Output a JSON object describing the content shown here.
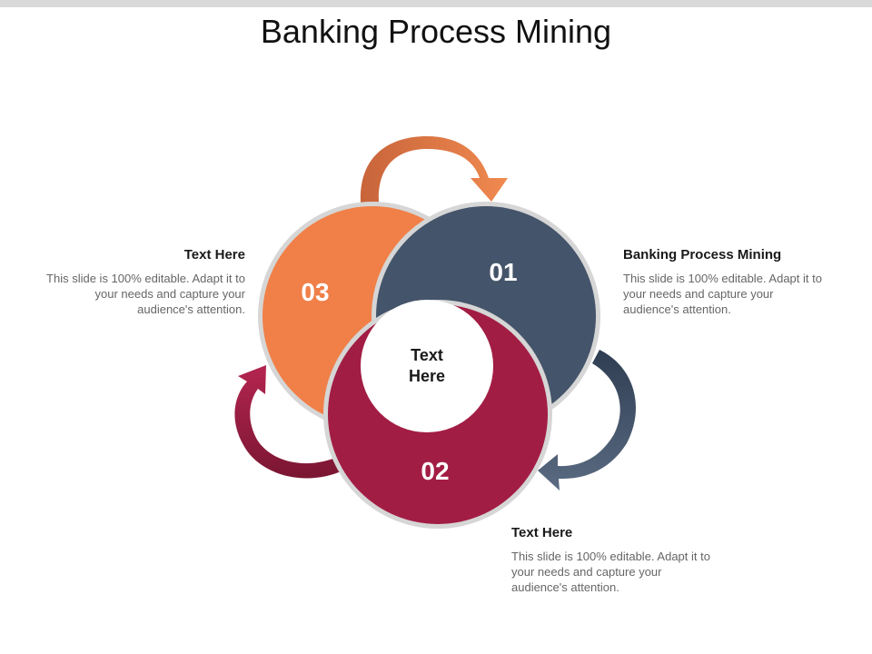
{
  "slide": {
    "title": "Banking Process Mining",
    "center_label": "Text\nHere"
  },
  "circles": [
    {
      "number": "01",
      "color": "#44546a"
    },
    {
      "number": "02",
      "color": "#a21d44"
    },
    {
      "number": "03",
      "color": "#f08048"
    }
  ],
  "arrows": [
    {
      "from": "03",
      "to": "01",
      "color": "#d9703a"
    },
    {
      "from": "01",
      "to": "02",
      "color": "#44546a"
    },
    {
      "from": "02",
      "to": "03",
      "color": "#a21d44"
    }
  ],
  "text_blocks": {
    "left": {
      "heading": "Text Here",
      "body": "This slide is 100% editable. Adapt it to your needs and capture your audience's attention."
    },
    "right": {
      "heading": "Banking Process Mining",
      "body": "This slide is 100% editable. Adapt it to your needs and capture your audience's attention."
    },
    "bottom": {
      "heading": "Text Here",
      "body": "This slide is 100% editable. Adapt it to your needs and capture your audience's attention."
    }
  }
}
